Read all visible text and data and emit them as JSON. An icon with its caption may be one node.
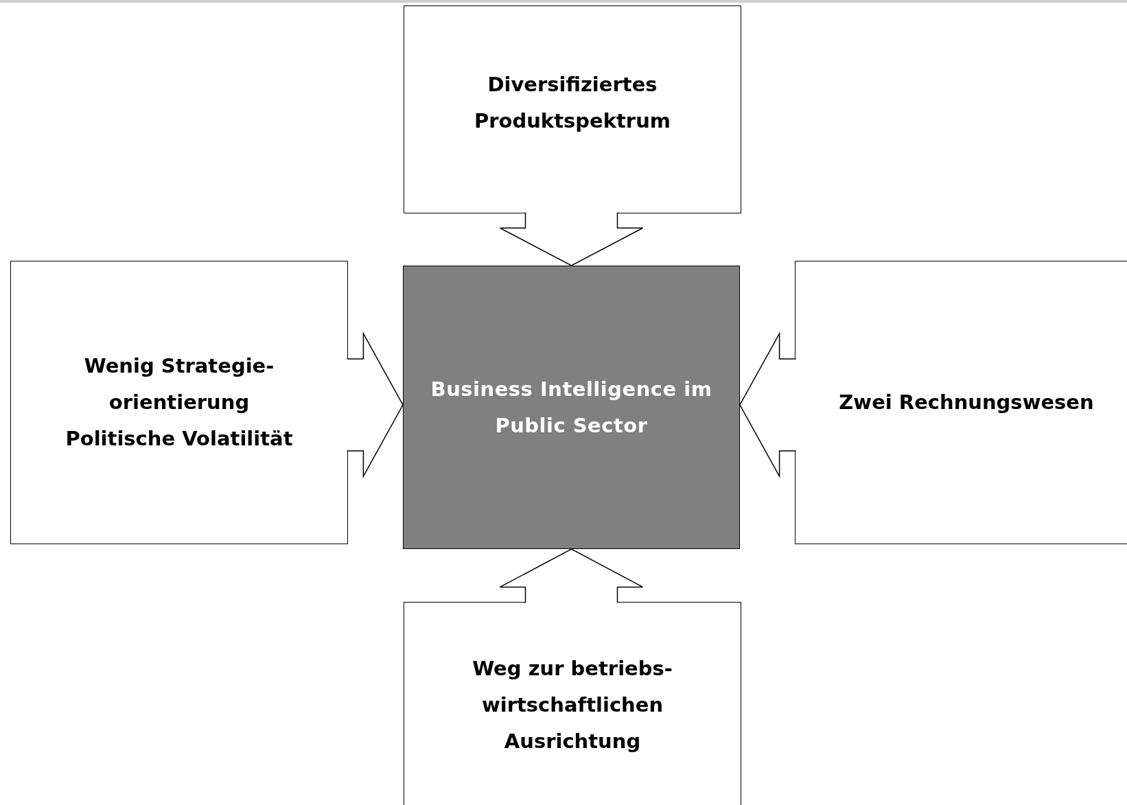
{
  "diagram": {
    "nodes": [
      {
        "text": [
          "Diversifiziertes Produktspektrum"
        ]
      },
      {
        "text": [
          "Wenig Strategie- orientierung",
          "Politische Volatilität"
        ]
      },
      {
        "text": [
          "Business Intelligence im Public Sector"
        ]
      },
      {
        "text": [
          "Zwei Rechnungswesen"
        ]
      },
      {
        "text": [
          "Weg zur betriebs- wirtschaftlichen Ausrichtung"
        ]
      }
    ],
    "edges": [
      {
        "from": 0,
        "to": 2,
        "arrow": "to"
      },
      {
        "from": 1,
        "to": 2,
        "arrow": "to"
      },
      {
        "from": 3,
        "to": 2,
        "arrow": "to"
      },
      {
        "from": 4,
        "to": 2,
        "arrow": "to"
      }
    ]
  }
}
